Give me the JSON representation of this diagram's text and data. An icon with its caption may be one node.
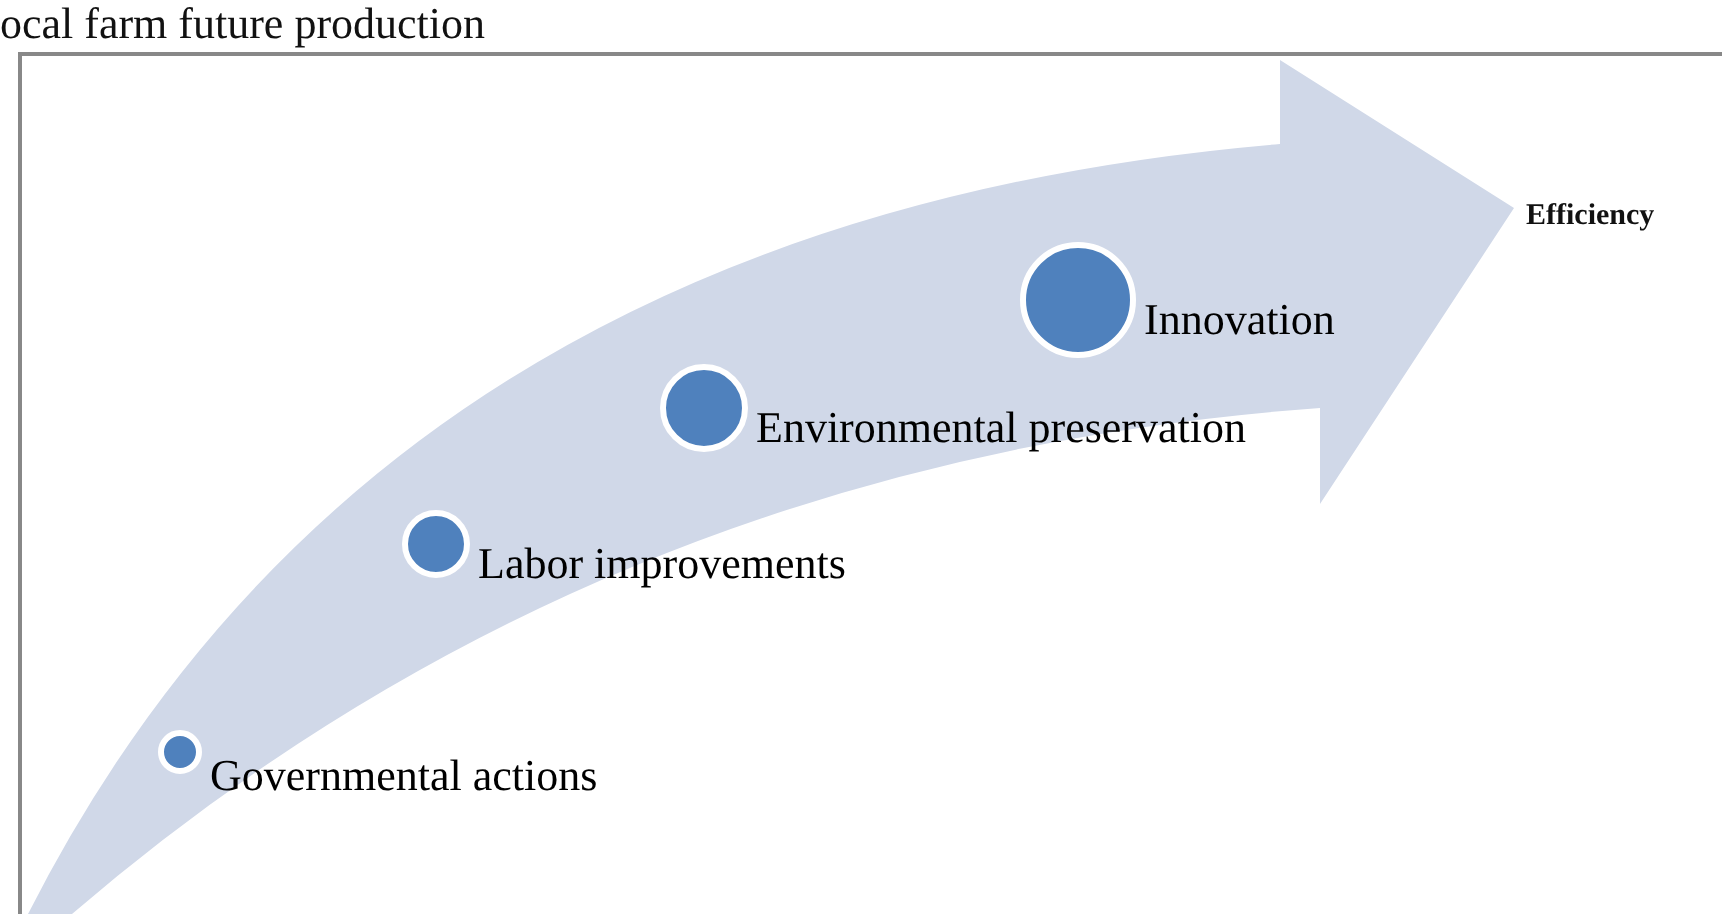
{
  "diagram": {
    "title": "ocal farm future production",
    "nodes": [
      {
        "text": [
          "Governmental actions"
        ]
      },
      {
        "text": [
          "Labor improvements"
        ]
      },
      {
        "text": [
          "Environmental preservation"
        ]
      },
      {
        "text": [
          "Innovation"
        ]
      }
    ],
    "labels": [
      "Efficiency"
    ]
  }
}
